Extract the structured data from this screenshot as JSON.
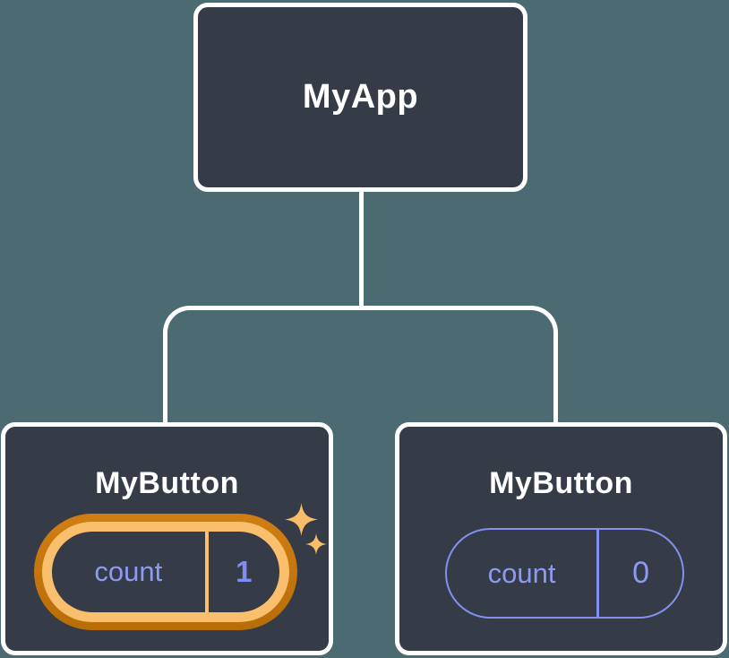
{
  "palette": {
    "background": "#4c6a72",
    "node_fill": "#353b47",
    "node_border": "#ffffff",
    "connector": "#ffffff",
    "state_text": "#8d9af2",
    "highlight_ring_outer": "#c2770e",
    "highlight_ring_inner": "#f9bf6d",
    "sparkle": "#f8bd68"
  },
  "tree": {
    "root": {
      "label": "MyApp"
    },
    "children": [
      {
        "label": "MyButton",
        "highlighted": true,
        "state": {
          "name": "count",
          "value": "1"
        }
      },
      {
        "label": "MyButton",
        "highlighted": false,
        "state": {
          "name": "count",
          "value": "0"
        }
      }
    ]
  }
}
